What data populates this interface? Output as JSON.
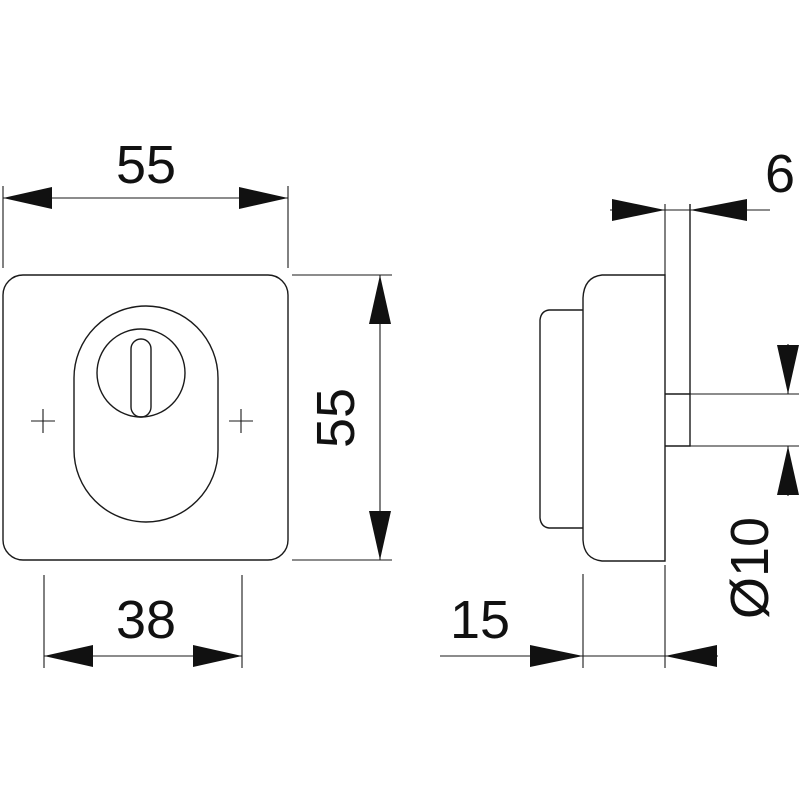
{
  "dimensions": {
    "front_width": "55",
    "front_height": "55",
    "cylinder_cutout_width": "38",
    "side_depth": "15",
    "pin_offset": "6",
    "pin_diameter": "Ø10"
  },
  "icons": {
    "mounting_marks": "plus-mark-icon"
  },
  "colors": {
    "line": "#1a1a1a",
    "background": "#ffffff"
  }
}
